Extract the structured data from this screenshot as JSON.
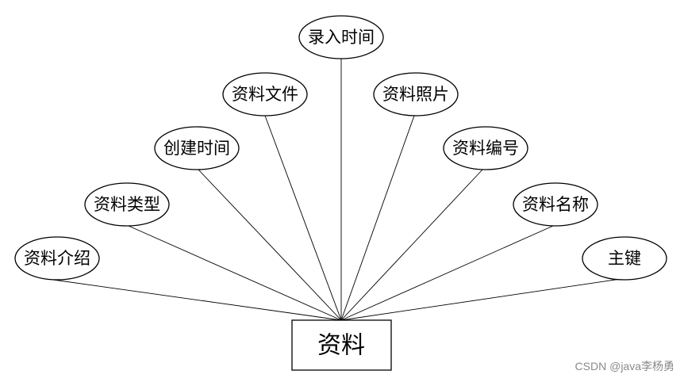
{
  "entity": {
    "label": "资料"
  },
  "attributes": [
    {
      "id": "intro",
      "label": "资料介绍"
    },
    {
      "id": "type",
      "label": "资料类型"
    },
    {
      "id": "created",
      "label": "创建时间"
    },
    {
      "id": "file",
      "label": "资料文件"
    },
    {
      "id": "entered",
      "label": "录入时间"
    },
    {
      "id": "photo",
      "label": "资料照片"
    },
    {
      "id": "number",
      "label": "资料编号"
    },
    {
      "id": "name",
      "label": "资料名称"
    },
    {
      "id": "pk",
      "label": "主键"
    }
  ],
  "watermark": "CSDN @java李杨勇"
}
